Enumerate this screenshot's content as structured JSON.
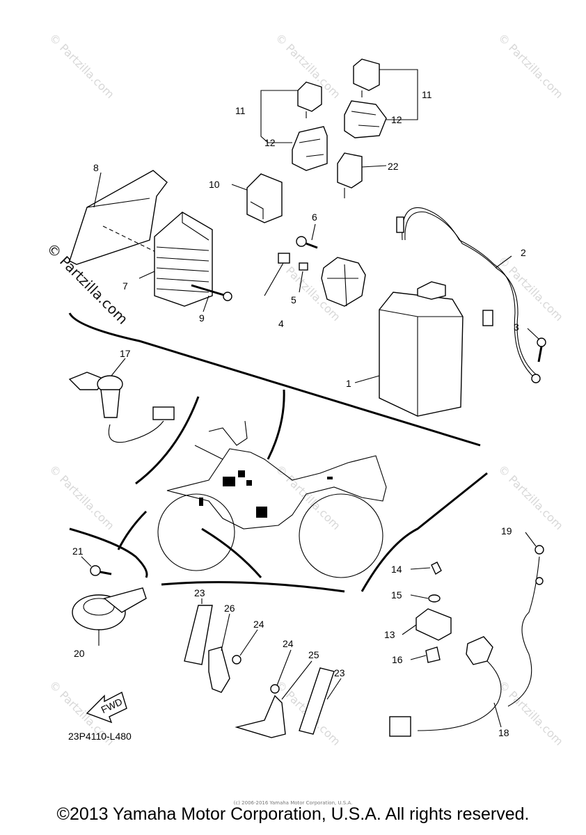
{
  "callouts": {
    "c1": "1",
    "c2": "2",
    "c3": "3",
    "c4": "4",
    "c5": "5",
    "c6": "6",
    "c7": "7",
    "c8": "8",
    "c9": "9",
    "c10": "10",
    "c11a": "11",
    "c11b": "11",
    "c12a": "12",
    "c12b": "12",
    "c13": "13",
    "c14": "14",
    "c15": "15",
    "c16": "16",
    "c17": "17",
    "c18": "18",
    "c19": "19",
    "c20": "20",
    "c21": "21",
    "c22": "22",
    "c23a": "23",
    "c23b": "23",
    "c24a": "24",
    "c24b": "24",
    "c25": "25",
    "c26": "26"
  },
  "fwd_label": "FWD",
  "diagram_code": "23P4110-L480",
  "watermark": {
    "text": "© Partzilla.com",
    "large_text": "© Partzilla.com"
  },
  "tiny_copyright": "(c) 2006-2016 Yamaha Motor Corporation, U.S.A.",
  "footer_copyright": "©2013 Yamaha Motor Corporation, U.S.A. All rights reserved."
}
